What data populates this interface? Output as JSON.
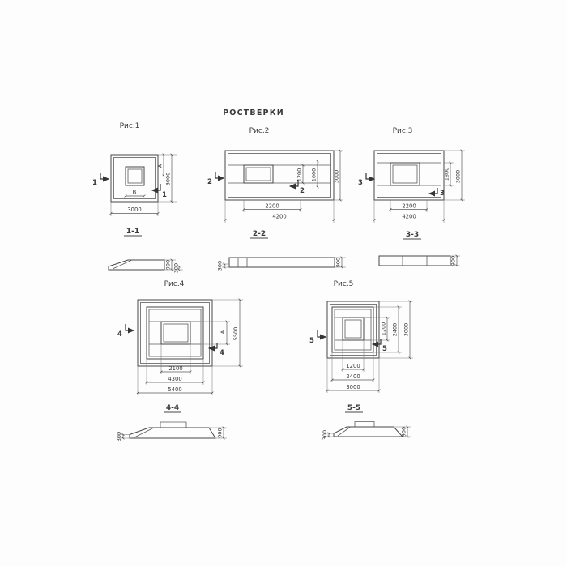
{
  "title": "РОСТВЕРКИ",
  "fig1": {
    "caption": "Рис.1",
    "cut": "1",
    "dim_right_inner": "А",
    "dim_right_outer": "3000",
    "dim_inner_b": "В",
    "dim_bottom": "3000",
    "section": {
      "label": "1-1",
      "h_total": "900",
      "h_toe": "300"
    }
  },
  "fig2": {
    "caption": "Рис.2",
    "cut": "2",
    "dim_v1": "1200",
    "dim_v2": "1600",
    "dim_v3": "3000",
    "dim_b1": "2200",
    "dim_b2": "4200",
    "section": {
      "label": "2-2",
      "h_total": "900",
      "h_toe": "300"
    }
  },
  "fig3": {
    "caption": "Рис.3",
    "cut": "3",
    "dim_v1": "1800",
    "dim_v2": "3000",
    "dim_b1": "2200",
    "dim_b2": "4200",
    "section": {
      "label": "3-3",
      "h_total": "900"
    }
  },
  "fig4": {
    "caption": "Рис.4",
    "cut": "4",
    "dim_v1": "А",
    "dim_v2": "5500",
    "dim_b1": "2100",
    "dim_b2": "4300",
    "dim_b3": "5400",
    "section": {
      "label": "4-4",
      "h_total": "900",
      "h_toe": "300"
    }
  },
  "fig5": {
    "caption": "Рис.5",
    "cut": "5",
    "dim_v1": "1200",
    "dim_v2": "2400",
    "dim_v3": "3000",
    "dim_b1": "1200",
    "dim_b2": "2400",
    "dim_b3": "3000",
    "section": {
      "label": "5-5",
      "h_total": "900",
      "h_toe": "300"
    }
  }
}
